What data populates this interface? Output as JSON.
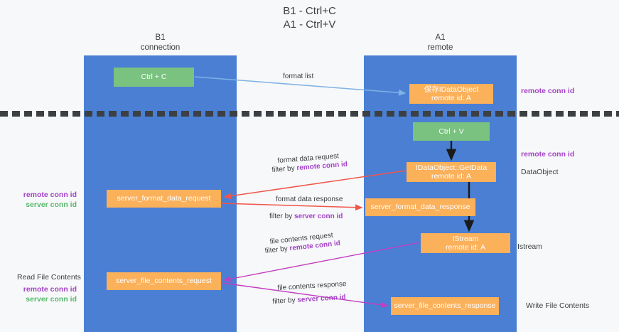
{
  "title": "B1 - Ctrl+C\nA1 - Ctrl+V",
  "title_line1": "B1 - Ctrl+C",
  "title_line2": "A1 - Ctrl+V",
  "colors": {
    "lane": "#4a7fd4",
    "green_box": "#7ac27f",
    "orange_box": "#fbb05a",
    "purple_label": "#a442c8",
    "green_label": "#57b86b",
    "divider": "#3c4043",
    "arrow_format_list": "#7fb3e3",
    "arrow_black": "#1a1a1a",
    "arrow_red": "#f0564a",
    "arrow_magenta": "#c23ec2",
    "background": "#f7f8f9"
  },
  "lanes": [
    {
      "id": "b1",
      "name": "B1",
      "sub": "connection"
    },
    {
      "id": "a1",
      "name": "A1",
      "sub": "remote"
    }
  ],
  "boxes": {
    "ctrl_c": {
      "label": "Ctrl + C",
      "color": "green"
    },
    "save_idataobject": {
      "line1": "保存IDataObject",
      "line2": "remote id: A",
      "color": "orange"
    },
    "ctrl_v": {
      "label": "Ctrl + V",
      "color": "green"
    },
    "getdata": {
      "line1": "IDataObject::GetData",
      "line2": "remote id: A",
      "color": "orange"
    },
    "server_format_data_request": {
      "label": "server_format_data_request",
      "color": "orange"
    },
    "server_format_data_response": {
      "label": "server_format_data_response",
      "color": "orange"
    },
    "istream": {
      "line1": "IStream",
      "line2": "remote id: A",
      "color": "orange"
    },
    "server_file_contents_request": {
      "label": "server_file_contents_request",
      "color": "orange"
    },
    "server_file_contents_response": {
      "label": "server_file_contents_response",
      "color": "orange"
    }
  },
  "connector_labels": {
    "format_list": "format list",
    "format_data_request": "format data request",
    "format_data_request_filter_prefix": "filter by ",
    "format_data_request_filter_key": "remote conn id",
    "format_data_response": "format data response",
    "format_data_response_filter_prefix": "filter by ",
    "format_data_response_filter_key": "server conn id",
    "file_contents_request": "file contents request",
    "file_contents_request_filter_prefix": "filter by ",
    "file_contents_request_filter_key": "remote conn id",
    "file_contents_response": "file contents response",
    "file_contents_response_filter_prefix": "filter by ",
    "file_contents_response_filter_key": "server conn id"
  },
  "right_labels": {
    "remote_conn_id_top": "remote conn id",
    "remote_conn_id_mid": "remote conn id",
    "data_object": "DataObject",
    "istream": "Istream",
    "write_file_contents": "Write File Contents"
  },
  "left_labels": {
    "remote_conn_id_1": "remote conn id",
    "server_conn_id_1": "server conn id",
    "read_file_contents": "Read File Contents",
    "remote_conn_id_2": "remote conn id",
    "server_conn_id_2": "server conn id"
  }
}
